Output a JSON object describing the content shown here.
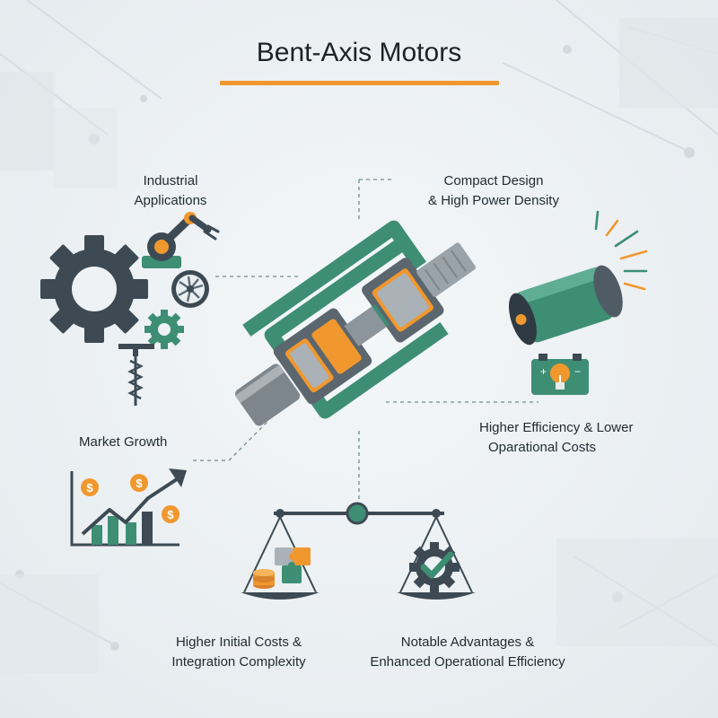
{
  "title": "Bent-Axis Motors",
  "labels": {
    "industrial": [
      "Industrial",
      "Applications"
    ],
    "compact": [
      "Compact Design",
      "& High Power Density"
    ],
    "efficiency": [
      "Higher Efficiency & Lower",
      "Oparational Costs"
    ],
    "market": "Market Growth",
    "costs": [
      "Higher Initial Costs &",
      "Integration Complexity"
    ],
    "advantages": [
      "Notable Advantages &",
      "Enhanced Operational Efficiency"
    ]
  },
  "icons": {
    "dollar_symbol": "$",
    "battery_plus": "+",
    "battery_minus": "−"
  },
  "colors": {
    "accent_orange": "#f0982e",
    "brand_green": "#3e8e74",
    "dark_slate": "#3d4a54",
    "steel": "#9aa3aa"
  }
}
